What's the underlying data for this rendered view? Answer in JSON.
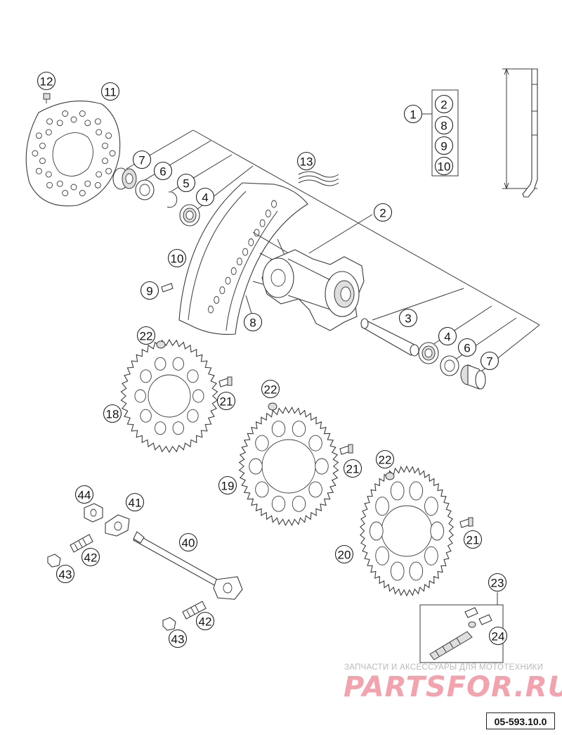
{
  "callouts": [
    "1",
    "2",
    "8",
    "9",
    "10",
    "12",
    "11",
    "13",
    "7",
    "6",
    "5",
    "4",
    "2",
    "10",
    "9",
    "8",
    "3",
    "4",
    "6",
    "7",
    "22",
    "21",
    "18",
    "22",
    "21",
    "19",
    "22",
    "21",
    "20",
    "44",
    "41",
    "40",
    "42",
    "43",
    "42",
    "43",
    "23",
    "24"
  ],
  "watermark": {
    "subtitle": "ЗАПЧАСТИ И АКСЕССУАРЫ ДЛЯ МОТОТЕХНИКИ",
    "brand": "PARTSFOR.RU"
  },
  "diagram_code": "05-593.10.0"
}
